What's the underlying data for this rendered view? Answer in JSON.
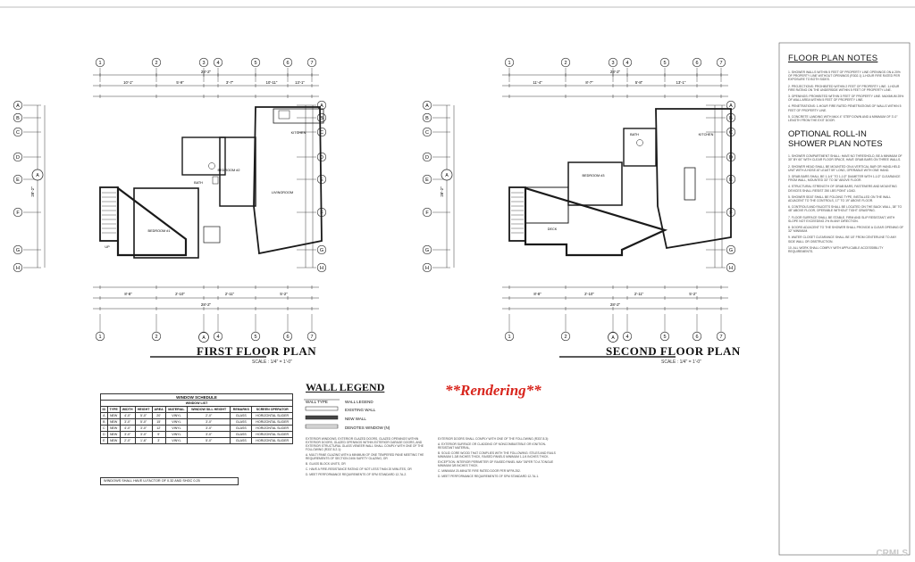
{
  "first_floor": {
    "title": "FIRST FLOOR PLAN",
    "scale": "SCALE : 1/4\" = 1'-0\"",
    "rooms": [
      "BEDROOM #1",
      "BATH",
      "BEDROOM #2",
      "LIVINGROOM",
      "KITCHEN",
      "UP"
    ],
    "dims_top": [
      "10'-1\"",
      "5'-9\"",
      "3'-7\"",
      "10'-11\"",
      "13'-1\"",
      "28'-2\""
    ],
    "dims_bottom": [
      "8'-8\"",
      "2'-10\"",
      "2'-11\"",
      "5'-2\"",
      "28'-2\""
    ],
    "marker": "A"
  },
  "second_floor": {
    "title": "SECOND FLOOR PLAN",
    "scale": "SCALE : 1/4\" = 1'-0\"",
    "rooms": [
      "BEDROOM #3",
      "BATH",
      "KITCHEN",
      "DECK"
    ],
    "dims_top": [
      "11'-4\"",
      "8'-7\"",
      "5'-8\"",
      "13'-1\"",
      "28'-2\""
    ],
    "dims_bottom": [
      "8'-8\"",
      "2'-10\"",
      "2'-11\"",
      "5'-2\"",
      "28'-2\""
    ],
    "marker": "A"
  },
  "grid_columns": [
    "1",
    "2",
    "3",
    "4",
    "5",
    "6",
    "7"
  ],
  "grid_rows": [
    "A",
    "B",
    "C",
    "D",
    "E",
    "F",
    "G",
    "H"
  ],
  "window_schedule": {
    "title": "WINDOW SCHEDULE",
    "subtitle": "WINDOW LIST",
    "headers": [
      "ID",
      "TYPE",
      "WIDTH",
      "HEIGHT",
      "AREA",
      "MATERIAL",
      "WINDOW SILL HEIGHT",
      "REMARKS",
      "SCREEN OPERATOR"
    ],
    "rows": [
      [
        "A",
        "NEW",
        "4'-0\"",
        "5'-0\"",
        "20'",
        "VINYL",
        "2'-0\"",
        "GLASS",
        "HORIZONTAL SLIDER"
      ],
      [
        "B",
        "NEW",
        "3'-0\"",
        "5'-0\"",
        "15'",
        "VINYL",
        "3'-0\"",
        "GLASS",
        "HORIZONTAL SLIDER"
      ],
      [
        "C",
        "NEW",
        "4'-0\"",
        "3'-0\"",
        "12'",
        "VINYL",
        "3'-0\"",
        "GLASS",
        "HORIZONTAL SLIDER"
      ],
      [
        "D",
        "NEW",
        "3'-0\"",
        "3'-0\"",
        "9'",
        "VINYL",
        "3'-0\"",
        "GLASS",
        "HORIZONTAL SLIDER"
      ],
      [
        "E",
        "NEW",
        "2'-0\"",
        "1'-6\"",
        "3'",
        "VINYL",
        "5'-0\"",
        "GLASS",
        "HORIZONTAL SLIDER"
      ]
    ],
    "note": "WINDOWS SHALL HAVE U-FACTOR OF 0.32 AND SHGC 0.25"
  },
  "wall_legend": {
    "title": "WALL LEGEND",
    "rows": [
      {
        "left": "WALL TYPE",
        "right": "WALL LEGEND"
      },
      {
        "left": "",
        "right": "EXISTING WALL"
      },
      {
        "left": "",
        "right": "NEW WALL"
      },
      {
        "left": "",
        "right": "DENOTES WINDOW (N)"
      }
    ]
  },
  "rendering_label": "**Rendering**",
  "legend_notes": [
    "EXTERIOR WINDOWS, EXTERIOR GLAZED DOORS, GLAZED OPENINGS WITHIN EXTERIOR DOORS, GLAZED OPENINGS WITHIN EXTERIOR GARAGE DOORS, AND EXTERIOR STRUCTURAL GLASS VENEER WALL SHALL COMPLY WITH ONE OF THE FOLLOWING (R337.8.2.1):",
    "A. MULTI PANE GLAZING WITH A MINIMUM OF ONE TEMPERED PANE MEETING THE REQUIREMENTS OF SECTION 2406 SAFETY GLAZING, OR",
    "B. GLASS BLOCK UNITS, OR",
    "C. HAVE A FIRE-RESISTANCE RATING OF NOT LESS THAN 20 MINUTES, OR",
    "D. MEET PERFORMANCE REQUIREMENTS OF SFM STANDARD 12-7A-2."
  ],
  "exception_notes": [
    "EXTERIOR DOORS SHALL COMPLY WITH ONE OF THE FOLLOWING (R337.8.3):",
    "A. EXTERIOR SURFACE OR CLADDING OF NONCOMBUSTIBLE OR IGNITION-RESISTANT MATERIAL,",
    "B. SOLID CORE WOOD THAT COMPLIES WITH THE FOLLOWING: STILES AND RAILS MINIMUM 1-3/8 INCHES THICK, RAISED PANELS MINIMUM 1-1/4 INCHES THICK.",
    "EXCEPTION: INTERIOR PERIMETER OF RAISED PANEL MAY TAPER TO A TONGUE MINIMUM 3/8 INCHES THICK.",
    "C. MINIMUM 20-MINUTE FIRE RATED DOOR PER NFPA 252.",
    "D. MEET PERFORMANCE REQUIREMENTS OF SFM STANDARD 12-7A-1."
  ],
  "notes_panel": {
    "heading": "FLOOR PLAN NOTES",
    "items": [
      "1. SHOWER WALLS WITHIN 5 FEET OF PROPERTY LINE OPENINGS ON A 20% OF PROPERTY LINE WITHOUT OPENINGS (R302.1) 1-HOUR FIRE RATED PER EXPOSURE TO BOTH SIDES.",
      "2. PROJECTIONS: PROHIBITED WITHIN 2 FEET OF PROPERTY LINE. 1-HOUR FIRE RATING ON THE UNDERSIDE WITHIN 5 FEET OF PROPERTY LINE.",
      "3. OPENINGS: PROHIBITED WITHIN 3 FEET OF PROPERTY LINE. MAXIMUM 25% OF WALL AREA WITHIN 5 FEET OF PROPERTY LINE.",
      "4. PENETRATIONS: 1-HOUR FIRE RATED PENETRATIONS OF WALLS WITHIN 5 FEET OF PROPERTY LINE.",
      "5. CONCRETE LANDING WITH MAX 4\" STEP DOWN AND A MINIMUM OF 3'-0\" LENGTH FROM THE EXIT DOOR."
    ],
    "heading2": "OPTIONAL ROLL-IN SHOWER PLAN NOTES",
    "items2": [
      "1. SHOWER COMPARTMENT SHALL: HAVE NO THRESHOLD, BE A MINIMUM OF 30\" BY 60\" WITH CLEAR FLOOR SPACE, HAVE GRAB BARS ON THREE WALLS.",
      "2. SHOWER HEAD SHALL BE MOUNTED ON A VERTICAL BAR OR HAND-HELD UNIT WITH A HOSE AT LEAST 59\" LONG, OPERABLE WITH ONE HAND.",
      "3. GRAB BARS SHALL BE 1-1/4\" TO 1-1/2\" DIAMETER WITH 1-1/2\" CLEARANCE FROM WALL, MOUNTED 33\" TO 36\" ABOVE FLOOR.",
      "4. STRUCTURAL STRENGTH OF GRAB BARS, FASTENERS AND MOUNTING DEVICES SHALL RESIST 250 LBS POINT LOAD.",
      "5. SHOWER SEAT SHALL BE FOLDING TYPE, INSTALLED ON THE WALL ADJACENT TO THE CONTROLS, 17\" TO 19\" ABOVE FLOOR.",
      "6. CONTROLS AND FAUCETS SHALL BE LOCATED ON THE BACK WALL, 38\" TO 48\" ABOVE FLOOR, OPERABLE WITHOUT TIGHT GRASPING.",
      "7. FLOOR SURFACE SHALL BE STABLE, FIRM AND SLIP RESISTANT, WITH SLOPE NOT EXCEEDING 2% IN ANY DIRECTION.",
      "8. DOORS ADJACENT TO THE SHOWER SHALL PROVIDE A CLEAR OPENING OF 32\" MINIMUM.",
      "9. WATER CLOSET CLEARANCE SHALL BE 18\" FROM CENTERLINE TO ANY SIDE WALL OR OBSTRUCTION.",
      "10. ALL WORK SHALL COMPLY WITH APPLICABLE ACCESSIBILITY REQUIREMENTS."
    ]
  },
  "watermark": "CRMLS"
}
